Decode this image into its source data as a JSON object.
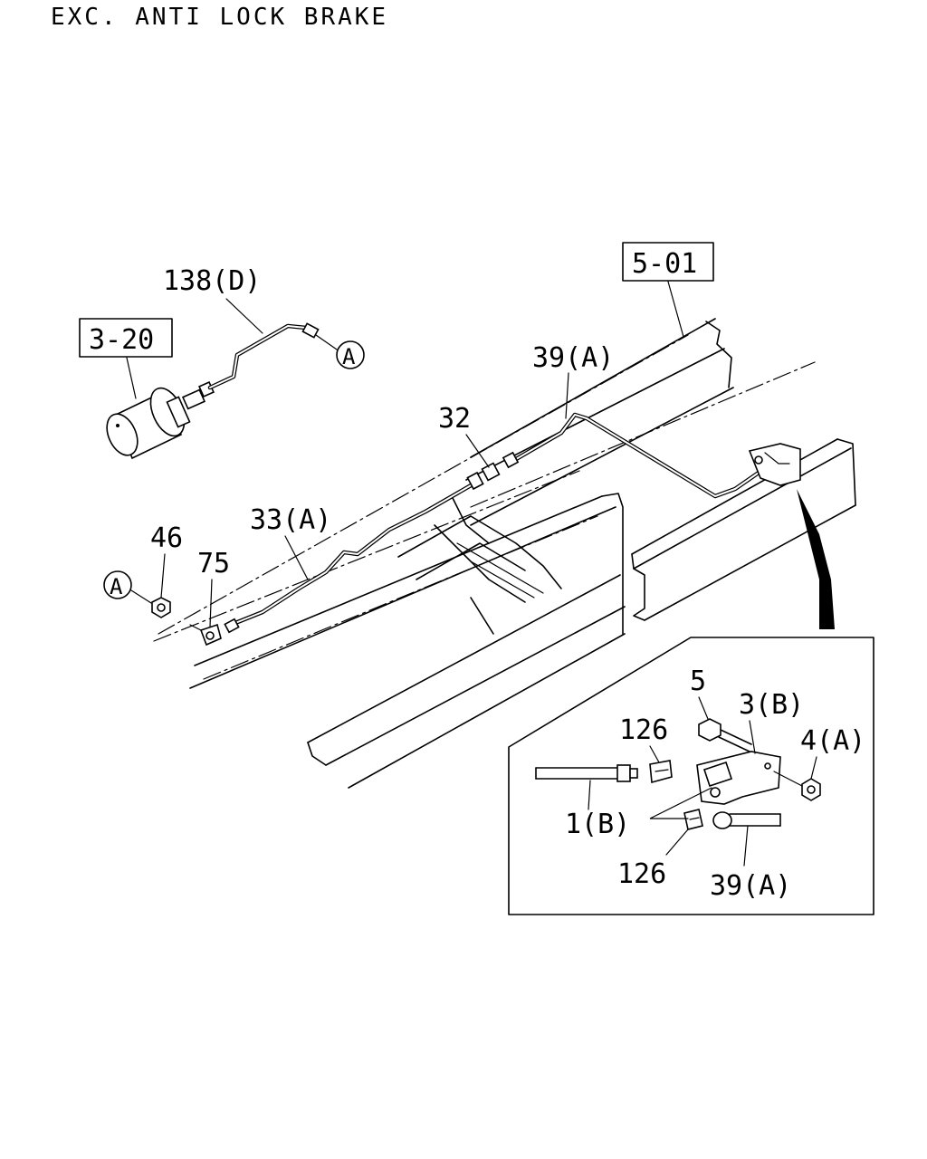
{
  "title": "EXC. ANTI LOCK BRAKE",
  "refs": {
    "ref_3_20": "3-20",
    "ref_5_01": "5-01",
    "connector_a": "A"
  },
  "labels": {
    "p138d": "138(D)",
    "p39a": "39(A)",
    "p32": "32",
    "p33a": "33(A)",
    "p46": "46",
    "p75": "75",
    "p5": "5",
    "p3b": "3(B)",
    "p126_top": "126",
    "p4a": "4(A)",
    "p1b": "1(B)",
    "p126_bottom": "126",
    "p39a_detail": "39(A)"
  }
}
